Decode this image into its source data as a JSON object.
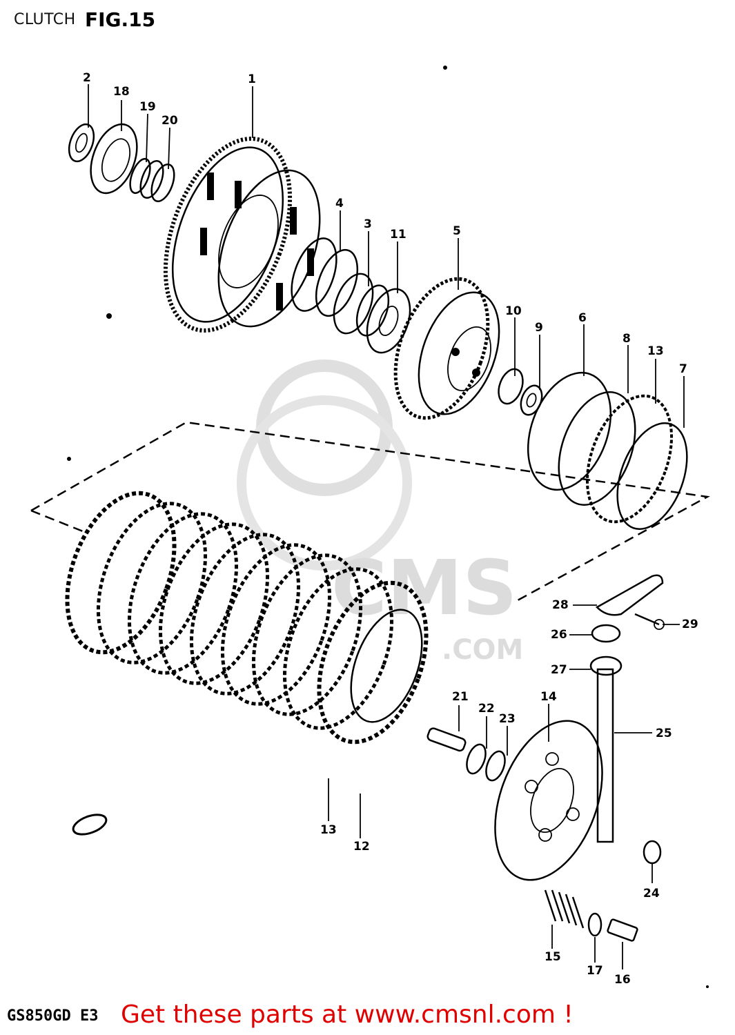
{
  "title": "CLUTCH",
  "figure_label": "FIG.15",
  "model_code": "GS850GD E3",
  "promo_text": "Get these parts at www.cmsnl.com !",
  "watermark": {
    "brand": "CMS",
    "domain": ".COM"
  },
  "callouts": {
    "c1": "1",
    "c2": "2",
    "c3": "3",
    "c4": "4",
    "c5": "5",
    "c6": "6",
    "c7": "7",
    "c8": "8",
    "c9": "9",
    "c10": "10",
    "c11": "11",
    "c12": "12",
    "c13a": "13",
    "c13b": "13",
    "c14": "14",
    "c15": "15",
    "c16": "16",
    "c17": "17",
    "c18": "18",
    "c19": "19",
    "c20": "20",
    "c21": "21",
    "c22": "22",
    "c23": "23",
    "c24": "24",
    "c25": "25",
    "c26": "26",
    "c27": "27",
    "c28": "28",
    "c29": "29"
  },
  "colors": {
    "promo": "#e00000",
    "ink": "#000000",
    "watermark": "#d9d9d9"
  }
}
